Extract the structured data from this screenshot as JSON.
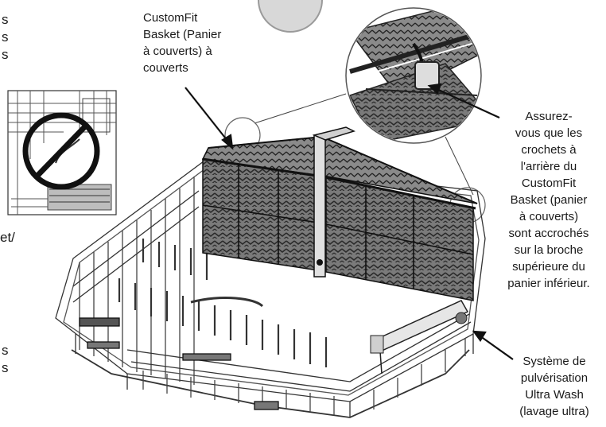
{
  "labels": {
    "customfit": [
      "CustomFit",
      "Basket (Panier",
      "à couverts) à",
      "couverts"
    ],
    "assurez": [
      "Assurez-",
      "vous que les",
      "crochets à",
      "l'arrière du",
      "CustomFit",
      "Basket (panier",
      "à couverts)",
      "sont accrochés",
      "sur la broche",
      "supérieure du",
      "panier inférieur."
    ],
    "systeme": [
      "Système de",
      "pulvérisation",
      "Ultra Wash",
      "(lavage ultra)"
    ]
  },
  "left_fragments": {
    "top": [
      "s",
      "s",
      "s"
    ],
    "middle": "et/",
    "bottom": [
      "s",
      "s"
    ]
  },
  "icons": {
    "prohibited": "prohibited-icon",
    "arrows": "arrow-icon"
  }
}
